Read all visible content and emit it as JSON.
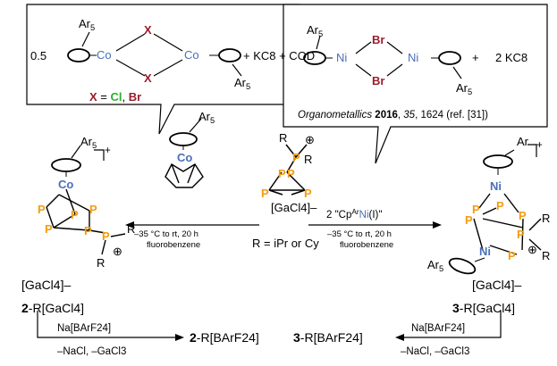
{
  "left_box": {
    "coeff": "0.5",
    "ar": "Ar",
    "ar_sub": "5",
    "metal": "Co",
    "bridge": "X",
    "reagents": "+ KC8 + COD",
    "x_def_prefix": "X",
    "x_def_eq": " = ",
    "cl": "Cl",
    "sep": ", ",
    "br": "Br"
  },
  "right_box": {
    "ar": "Ar",
    "ar_sub": "5",
    "metal": "Ni",
    "bridge": "Br",
    "plus": "+",
    "reagent": "2 KC8",
    "citation_journal": "Organometallics",
    "citation_year": "2016",
    "citation_vol": "35",
    "citation_rest": ", 1624 (ref. [31])"
  },
  "center": {
    "r": "R",
    "p": "P",
    "plus": "⊕",
    "anion": "[GaCl4]–",
    "r_def": "R = iPr or Cy"
  },
  "left_arrow": {
    "line1": "–35 °C to rt, 20 h",
    "line2": "fluorobenzene"
  },
  "right_arrow": {
    "reagent_pre": "2 \"Cp",
    "reagent_sup": "Ar",
    "reagent_ni": "Ni",
    "reagent_post": "(I)\"",
    "line1": "–35 °C to rt, 20 h",
    "line2": "fluorobenzene"
  },
  "product2": {
    "ar": "Ar",
    "ar_sub": "5",
    "charge": "+",
    "metal": "Co",
    "p": "P",
    "r": "R",
    "plus": "⊕",
    "anion": "[GaCl4]–",
    "label_num": "2",
    "label_rest": "-R[GaCl4]"
  },
  "product3": {
    "ar": "Ar",
    "ar5": "Ar",
    "ar5_sub": "5",
    "charge": "+",
    "metal": "Ni",
    "p": "P",
    "r": "R",
    "plus": "⊕",
    "anion": "[GaCl4]–",
    "label_num": "3",
    "label_rest": "-R[GaCl4]"
  },
  "bottom_left": {
    "reagent": "Na[BArF24]",
    "byproducts": "–NaCl, –GaCl3",
    "product_num": "2",
    "product_rest": "-R[BArF24]"
  },
  "bottom_right": {
    "reagent": "Na[BArF24]",
    "byproducts": "–NaCl, –GaCl3",
    "product_num": "3",
    "product_rest": "-R[BArF24]"
  },
  "colors": {
    "cobalt": "#4a6fb8",
    "nickel": "#4a6fb8",
    "phosphorus": "#f39c12",
    "chlorine": "#2eaf2e",
    "bromine": "#9b1d2b"
  }
}
